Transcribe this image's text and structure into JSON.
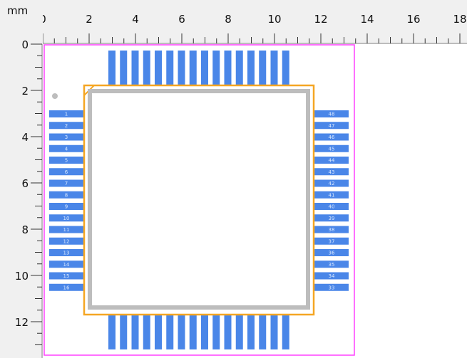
{
  "ruler": {
    "unit_label": "mm",
    "x_labels": [
      "0",
      "2",
      "4",
      "6",
      "8",
      "10",
      "12",
      "14",
      "16",
      "18"
    ],
    "y_labels": [
      "0",
      "2",
      "4",
      "6",
      "8",
      "10",
      "12"
    ]
  },
  "colors": {
    "background": "#ffffff",
    "ruler_bg": "#f0f0f0",
    "pad": "#4a86e8",
    "pad_text": "#d8e8ff",
    "silkscreen": "#f5a623",
    "body_outline": "#bdbdbd",
    "board_outline": "#ff40ff",
    "pin1_dot": "#bdbdbd"
  },
  "footprint": {
    "pins_left": [
      "1",
      "2",
      "3",
      "4",
      "5",
      "6",
      "7",
      "8",
      "9",
      "10",
      "11",
      "12",
      "13",
      "14",
      "15",
      "16"
    ],
    "pins_right": [
      "48",
      "47",
      "46",
      "45",
      "44",
      "43",
      "42",
      "41",
      "40",
      "39",
      "38",
      "37",
      "36",
      "35",
      "34",
      "33"
    ],
    "pins_top_count": 16,
    "pins_bottom_count": 16
  }
}
